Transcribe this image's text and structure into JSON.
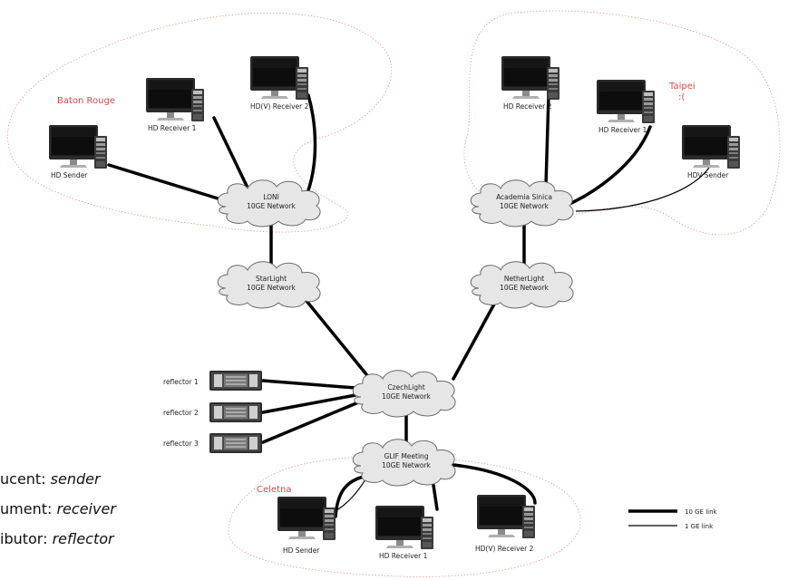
{
  "sites": {
    "baton_rouge": "Baton Rouge",
    "taipei": "Taipei",
    "taipei_note": ":(",
    "celetna": "Celetna"
  },
  "clouds": {
    "loni": [
      "LONI",
      "10GE Network"
    ],
    "academia": [
      "Academia Sinica",
      "10GE Network"
    ],
    "starlight": [
      "StarLight",
      "10GE Network"
    ],
    "netherlight": [
      "NetherLight",
      "10GE Network"
    ],
    "czechlight": [
      "CzechLight",
      "10GE Network"
    ],
    "glif": [
      "GLIF Meeting",
      "10GE Network"
    ]
  },
  "nodes": {
    "br_sender": "HD Sender",
    "br_receiver1": "HD Receiver 1",
    "br_receiver2": "HD(V) Receiver 2",
    "tp_receiver2": "HD Receiver 2",
    "tp_receiver1": "HD Receiver 1",
    "tp_hdv_sender": "HDV Sender",
    "reflector1": "reflector 1",
    "reflector2": "reflector 2",
    "reflector3": "reflector 3",
    "cz_sender": "HD Sender",
    "cz_receiver1": "HD Receiver 1",
    "cz_receiver2": "HD(V) Receiver 2"
  },
  "legend": {
    "thick": "10 GE link",
    "thin": "1 GE link"
  },
  "side_text": [
    {
      "prefix": "ucent: ",
      "term": "sender"
    },
    {
      "prefix": "ument: ",
      "term": "receiver"
    },
    {
      "prefix": "ibutor: ",
      "term": "reflector"
    }
  ],
  "colors": {
    "site_label": "#d84a4a",
    "region_outline": "#e59a9a",
    "link": "#000000"
  }
}
